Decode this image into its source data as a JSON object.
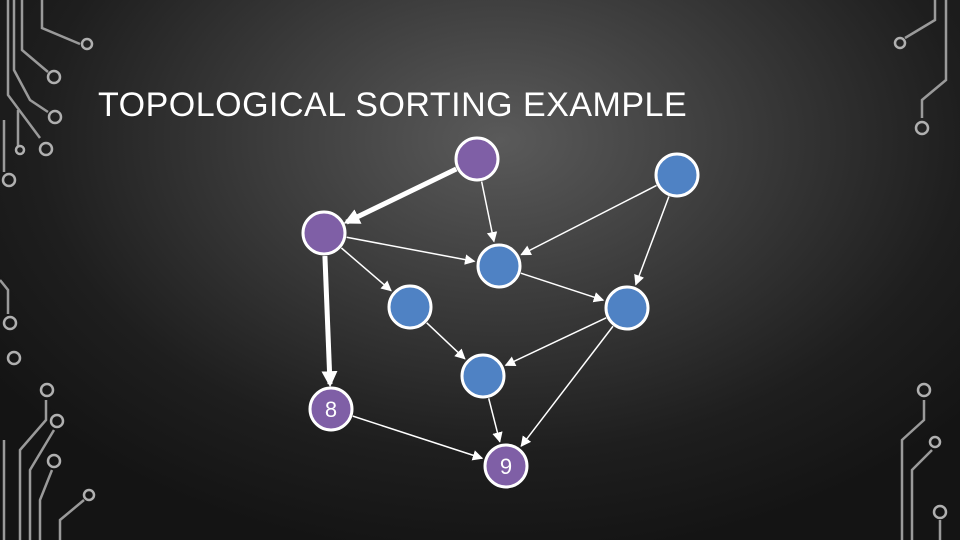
{
  "slide": {
    "title": "TOPOLOGICAL SORTING EXAMPLE"
  },
  "colors": {
    "purple": "#7f5fa6",
    "blue": "#4f82c4",
    "edge": "#ffffff",
    "trace": "#9a9a9a"
  },
  "graph": {
    "nodes": [
      {
        "id": "A",
        "color": "purple",
        "label": ""
      },
      {
        "id": "B",
        "color": "blue",
        "label": ""
      },
      {
        "id": "C",
        "color": "purple",
        "label": ""
      },
      {
        "id": "D",
        "color": "blue",
        "label": ""
      },
      {
        "id": "E",
        "color": "blue",
        "label": ""
      },
      {
        "id": "F",
        "color": "blue",
        "label": ""
      },
      {
        "id": "G",
        "color": "blue",
        "label": ""
      },
      {
        "id": "H",
        "color": "purple",
        "label": "8"
      },
      {
        "id": "I",
        "color": "purple",
        "label": "9"
      }
    ],
    "edges": [
      {
        "from": "A",
        "to": "C",
        "highlighted": true
      },
      {
        "from": "A",
        "to": "D",
        "highlighted": false
      },
      {
        "from": "B",
        "to": "D",
        "highlighted": false
      },
      {
        "from": "B",
        "to": "F",
        "highlighted": false
      },
      {
        "from": "C",
        "to": "D",
        "highlighted": false
      },
      {
        "from": "C",
        "to": "E",
        "highlighted": false
      },
      {
        "from": "C",
        "to": "H",
        "highlighted": true
      },
      {
        "from": "D",
        "to": "F",
        "highlighted": false
      },
      {
        "from": "E",
        "to": "G",
        "highlighted": false
      },
      {
        "from": "F",
        "to": "G",
        "highlighted": false
      },
      {
        "from": "F",
        "to": "I",
        "highlighted": false
      },
      {
        "from": "G",
        "to": "I",
        "highlighted": false
      },
      {
        "from": "H",
        "to": "I",
        "highlighted": false
      }
    ]
  }
}
